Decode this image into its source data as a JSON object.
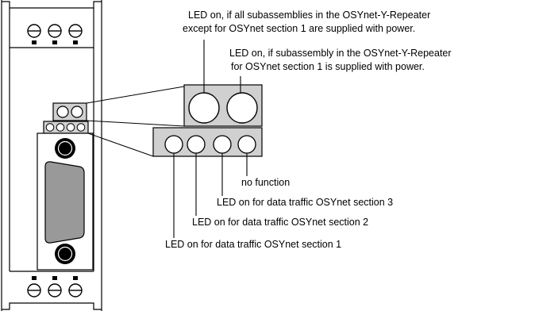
{
  "labels": {
    "power_all_line1": "LED on, if all subassemblies in the OSYnet-Y-Repeater",
    "power_all_line2": "except for OSYnet section 1 are supplied with power.",
    "power_s1_line1": "LED on, if subassembly in the OSYnet-Y-Repeater",
    "power_s1_line2": "for OSYnet section 1 is supplied with power.",
    "no_function": "no function",
    "traffic_s3": "LED on for data traffic OSYnet section 3",
    "traffic_s2": "LED on for data traffic OSYnet section 2",
    "traffic_s1": "LED on for data traffic OSYnet section 1"
  },
  "colors": {
    "line": "#000000",
    "panel_fill": "#d0d0d0",
    "connector_fill": "#999999",
    "background": "#ffffff"
  },
  "icons": {
    "terminal_screw": "slotted-screw-circle",
    "led": "circle"
  }
}
